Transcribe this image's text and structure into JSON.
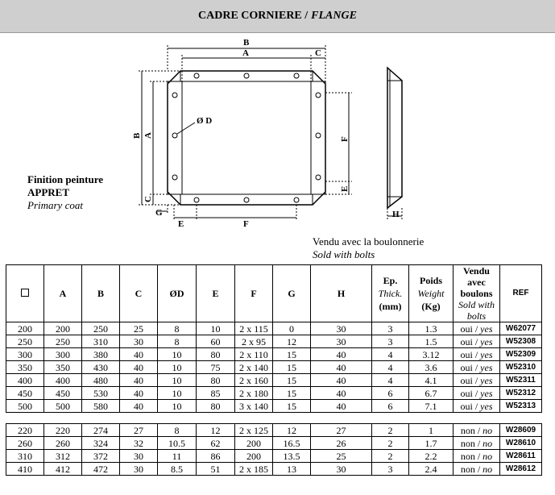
{
  "title": {
    "fr": "CADRE CORNIERE /",
    "en": "FLANGE"
  },
  "drawing": {
    "dims": {
      "a": "A",
      "b": "B",
      "c": "C",
      "d": "Ø D",
      "e": "E",
      "f": "F",
      "g": "G",
      "h": "H"
    }
  },
  "finish": {
    "line1": "Finition peinture",
    "line2": "APPRET",
    "line3": "Primary coat"
  },
  "sold_note": {
    "fr": "Vendu avec la boulonnerie",
    "en": "Sold with bolts"
  },
  "table": {
    "headers": {
      "a": "A",
      "b": "B",
      "c": "C",
      "d": "ØD",
      "e": "E",
      "f": "F",
      "g": "G",
      "h": "H",
      "ep": "Ep.",
      "ep_en": "Thick.",
      "ep_unit": "(mm)",
      "poids": "Poids",
      "poids_en": "Weight",
      "poids_unit": "(Kg)",
      "vendu": "Vendu avec boulons",
      "vendu_en": "Sold with bolts",
      "ref": "REF"
    },
    "rows1": [
      [
        "200",
        "200",
        "250",
        "25",
        "8",
        "10",
        "2 x 115",
        "0",
        "30",
        "3",
        "1.3",
        "oui",
        "yes",
        "W62077"
      ],
      [
        "250",
        "250",
        "310",
        "30",
        "8",
        "60",
        "2 x 95",
        "12",
        "30",
        "3",
        "1.5",
        "oui",
        "yes",
        "W52308"
      ],
      [
        "300",
        "300",
        "380",
        "40",
        "10",
        "80",
        "2 x 110",
        "15",
        "40",
        "4",
        "3.12",
        "oui",
        "yes",
        "W52309"
      ],
      [
        "350",
        "350",
        "430",
        "40",
        "10",
        "75",
        "2 x 140",
        "15",
        "40",
        "4",
        "3.6",
        "oui",
        "yes",
        "W52310"
      ],
      [
        "400",
        "400",
        "480",
        "40",
        "10",
        "80",
        "2 x 160",
        "15",
        "40",
        "4",
        "4.1",
        "oui",
        "yes",
        "W52311"
      ],
      [
        "450",
        "450",
        "530",
        "40",
        "10",
        "85",
        "2 x 180",
        "15",
        "40",
        "6",
        "6.7",
        "oui",
        "yes",
        "W52312"
      ],
      [
        "500",
        "500",
        "580",
        "40",
        "10",
        "80",
        "3 x 140",
        "15",
        "40",
        "6",
        "7.1",
        "oui",
        "yes",
        "W52313"
      ]
    ],
    "rows2": [
      [
        "220",
        "220",
        "274",
        "27",
        "8",
        "12",
        "2 x 125",
        "12",
        "27",
        "2",
        "1",
        "non",
        "no",
        "W28609"
      ],
      [
        "260",
        "260",
        "324",
        "32",
        "10.5",
        "62",
        "200",
        "16.5",
        "26",
        "2",
        "1.7",
        "non",
        "no",
        "W28610"
      ],
      [
        "310",
        "312",
        "372",
        "30",
        "11",
        "86",
        "200",
        "13.5",
        "25",
        "2",
        "2.2",
        "non",
        "no",
        "W28611"
      ],
      [
        "410",
        "412",
        "472",
        "30",
        "8.5",
        "51",
        "2 x 185",
        "13",
        "30",
        "3",
        "2.4",
        "non",
        "no",
        "W28612"
      ]
    ]
  }
}
